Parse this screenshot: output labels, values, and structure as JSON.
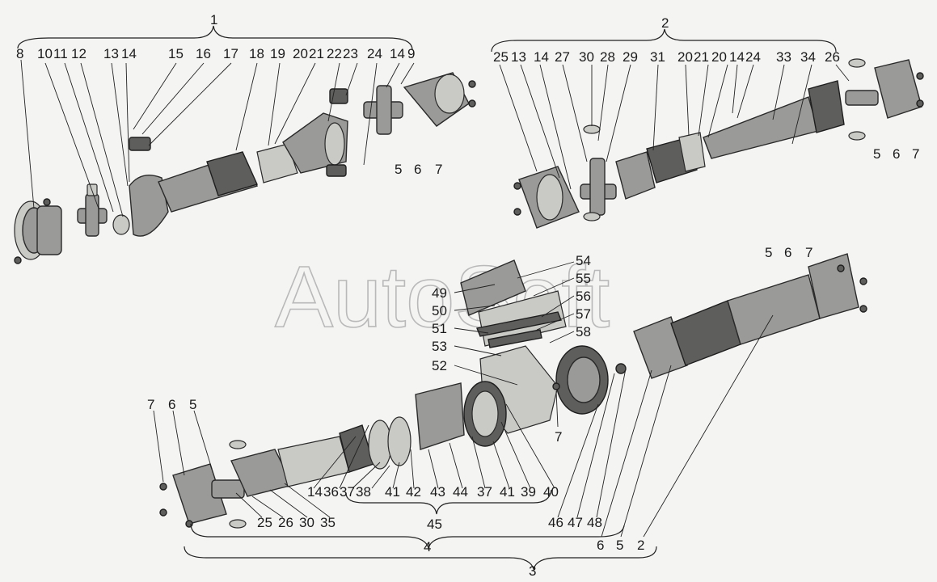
{
  "watermark": "AutoSoft",
  "assembly_labels": {
    "top_left": "1",
    "top_right": "2",
    "bottom_overall": "3",
    "bottom_sub": "4",
    "bottom_group": "45"
  },
  "top_left_labels": [
    "8",
    "10",
    "11",
    "12",
    "13",
    "14",
    "15",
    "16",
    "17",
    "18",
    "19",
    "20",
    "21",
    "22",
    "23",
    "24",
    "14",
    "9",
    "5",
    "6",
    "7"
  ],
  "top_right_labels": [
    "25",
    "13",
    "14",
    "27",
    "30",
    "28",
    "29",
    "31",
    "20",
    "21",
    "20",
    "14",
    "24",
    "33",
    "34",
    "26",
    "5",
    "6",
    "7"
  ],
  "center_labels": [
    "54",
    "55",
    "56",
    "57",
    "58",
    "49",
    "50",
    "51",
    "53",
    "52",
    "7",
    "5",
    "6",
    "7"
  ],
  "bottom_labels": [
    "7",
    "6",
    "5",
    "14",
    "36",
    "37",
    "38",
    "41",
    "42",
    "43",
    "44",
    "37",
    "41",
    "39",
    "40",
    "46",
    "47",
    "48",
    "6",
    "5",
    "2",
    "25",
    "26",
    "30",
    "35"
  ]
}
